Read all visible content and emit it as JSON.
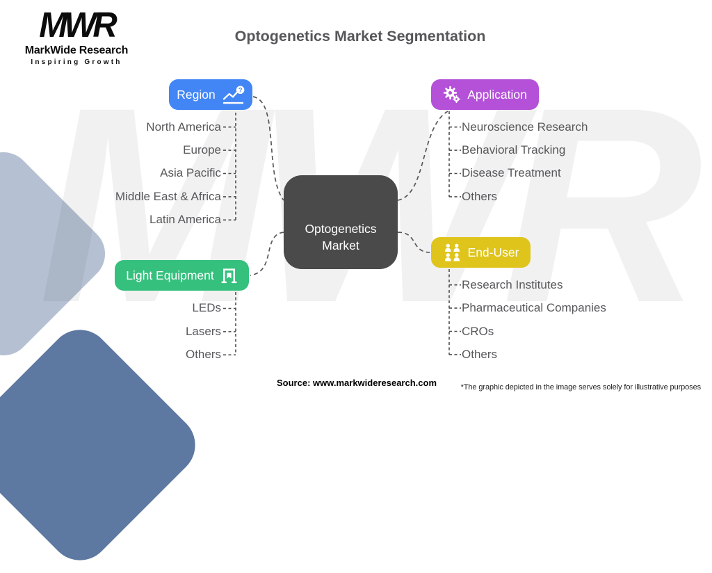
{
  "logo": {
    "mark": "MWR",
    "name": "MarkWide Research",
    "tagline": "Inspiring Growth"
  },
  "title": "Optogenetics Market Segmentation",
  "watermark": "MWR",
  "center_node": {
    "label": "Optogenetics Market",
    "color": "#4a4a4a"
  },
  "categories": {
    "region": {
      "label": "Region",
      "color": "#4286f5",
      "icon": "chart-question-icon",
      "icon_badge": "?",
      "items": [
        "North America",
        "Europe",
        "Asia Pacific",
        "Middle East & Africa",
        "Latin America"
      ]
    },
    "application": {
      "label": "Application",
      "color": "#b451d8",
      "icon": "gears-icon",
      "items": [
        "Neuroscience Research",
        "Behavioral Tracking",
        "Disease Treatment",
        "Others"
      ]
    },
    "light_equipment": {
      "label": "Light Equipment",
      "color": "#35c07d",
      "icon": "award-banner-icon",
      "items": [
        "LEDs",
        "Lasers",
        "Others"
      ]
    },
    "end_user": {
      "label": "End-User",
      "color": "#dfc41c",
      "icon": "people-group-icon",
      "items": [
        "Research Institutes",
        "Pharmaceutical Companies",
        "CROs",
        "Others"
      ]
    }
  },
  "footer": {
    "source": "Source: www.markwideresearch.com",
    "disclaimer": "*The graphic depicted in the image serves solely for illustrative purposes"
  },
  "colors": {
    "connector": "#585858",
    "item_text": "#57585a",
    "title_text": "#56575a",
    "decor_light_blue": "#b5c1d3",
    "decor_slate_blue": "#5d78a1"
  }
}
